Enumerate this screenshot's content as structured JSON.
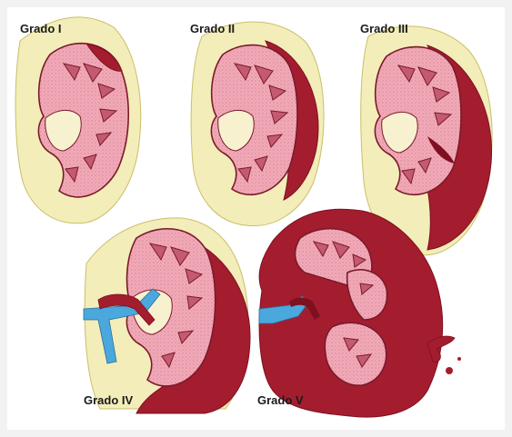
{
  "figure": {
    "panels": [
      {
        "label": "Grado I"
      },
      {
        "label": "Grado II"
      },
      {
        "label": "Grado III"
      },
      {
        "label": "Grado IV"
      },
      {
        "label": "Grado V"
      }
    ]
  },
  "colors": {
    "background": "#ffffff",
    "border": "#f2f2f2",
    "fat": "#f3edb9",
    "fat_stroke": "#c9bf6a",
    "kidney_cortex": "#f2aab8",
    "kidney_outline": "#7a1a2a",
    "pyramid": "#c45a72",
    "sinus": "#f7f1cf",
    "hematoma": "#a31d2f",
    "hematoma_dark": "#7e1020",
    "vessel": "#4aa8dc"
  }
}
